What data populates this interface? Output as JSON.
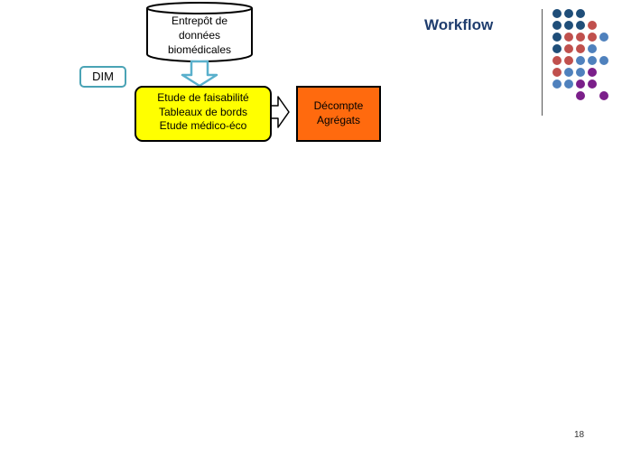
{
  "slide": {
    "title": "Workflow",
    "page_number": "18"
  },
  "nodes": {
    "warehouse": {
      "line1": "Entrepôt de",
      "line2": "données",
      "line3": "biomédicales"
    },
    "dim": "DIM",
    "feasibility": {
      "line1": "Etude de faisabilité",
      "line2": "Tableaux de bords",
      "line3": "Etude médico-éco"
    },
    "decompte": {
      "line1": "Décompte",
      "line2": "Agrégats"
    }
  },
  "colors": {
    "title": "#1f3d6e",
    "feasibility_fill": "#ffff00",
    "decompte_fill": "#ff6a0e",
    "down_arrow": "#5ab0cc",
    "dim_border": "#4aa3b5",
    "dot_navy": "#1f4e79",
    "dot_red": "#c0504d",
    "dot_blue": "#4f81bd",
    "dot_purple": "#7b1f8a"
  }
}
